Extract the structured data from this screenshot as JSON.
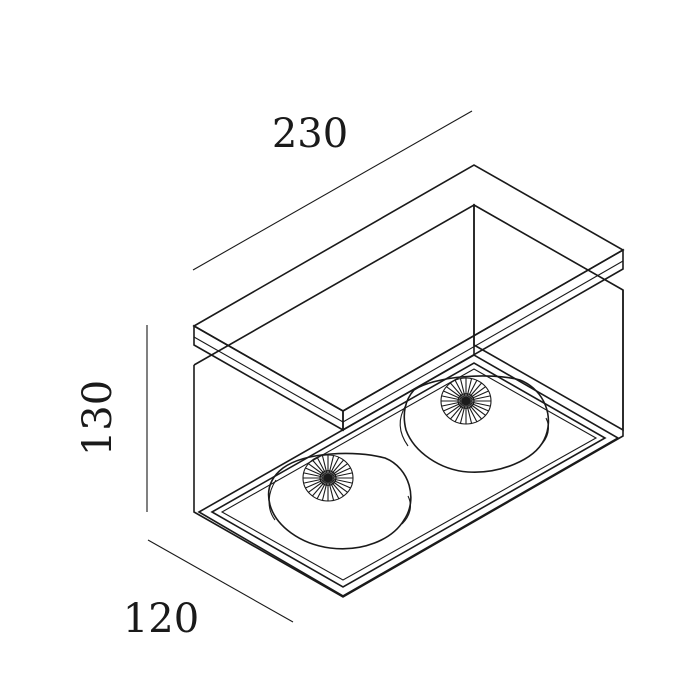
{
  "dimensions": {
    "length": "230",
    "height": "130",
    "depth": "120"
  },
  "colors": {
    "line": "#1a1a1a",
    "background": "#ffffff"
  }
}
